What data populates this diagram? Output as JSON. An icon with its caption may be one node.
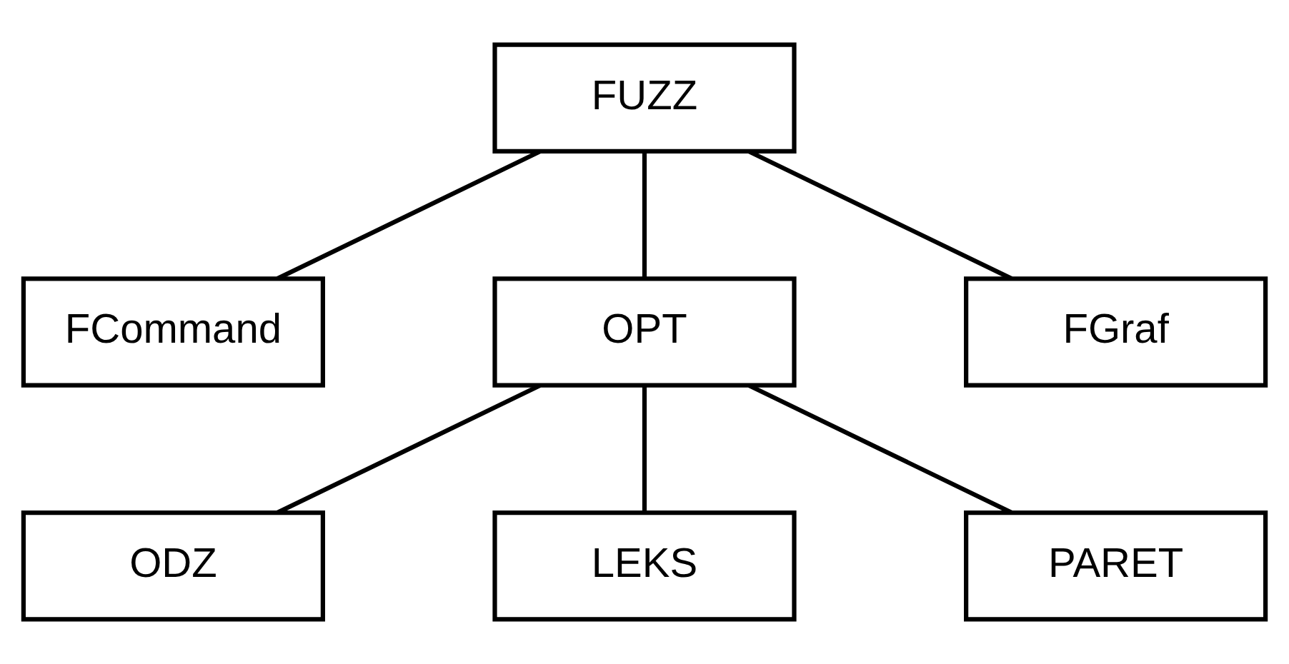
{
  "diagram": {
    "nodes": [
      {
        "text": [
          "FUZZ"
        ]
      },
      {
        "text": [
          "FCommand"
        ]
      },
      {
        "text": [
          "OPT"
        ]
      },
      {
        "text": [
          "FGraf"
        ]
      },
      {
        "text": [
          "ODZ"
        ]
      },
      {
        "text": [
          "LEKS"
        ]
      },
      {
        "text": [
          "PARET"
        ]
      }
    ],
    "edges": [
      {
        "from": 0,
        "to": 1,
        "arrow": "none"
      },
      {
        "from": 0,
        "to": 2,
        "arrow": "none"
      },
      {
        "from": 0,
        "to": 3,
        "arrow": "none"
      },
      {
        "from": 2,
        "to": 4,
        "arrow": "none"
      },
      {
        "from": 2,
        "to": 5,
        "arrow": "none"
      },
      {
        "from": 2,
        "to": 6,
        "arrow": "none"
      }
    ]
  }
}
